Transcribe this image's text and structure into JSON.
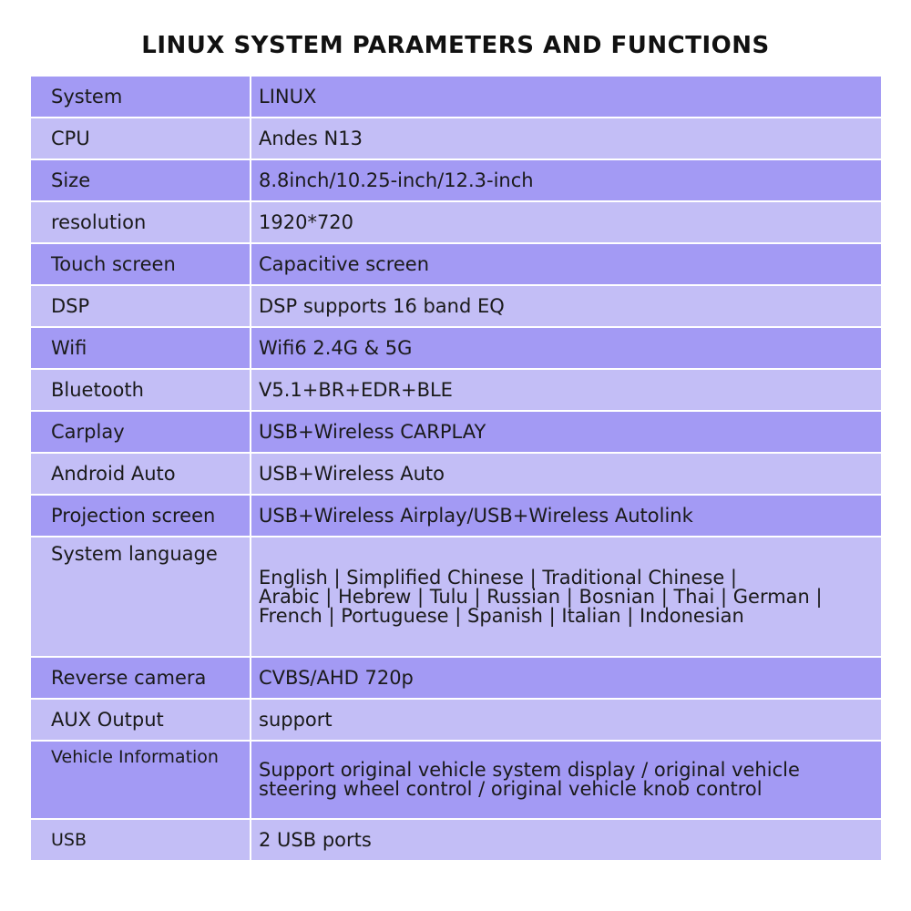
{
  "title": "LINUX SYSTEM PARAMETERS AND FUNCTIONS",
  "rows": [
    {
      "label": "System",
      "value": "LINUX"
    },
    {
      "label": "CPU",
      "value": "Andes N13"
    },
    {
      "label": "Size",
      "value": "8.8inch/10.25-inch/12.3-inch"
    },
    {
      "label": "resolution",
      "value": "1920*720"
    },
    {
      "label": "Touch screen",
      "value": "Capacitive screen"
    },
    {
      "label": "DSP",
      "value": "DSP supports 16 band EQ"
    },
    {
      "label": "Wifi",
      "value": "Wifi6 2.4G & 5G"
    },
    {
      "label": "Bluetooth",
      "value": "V5.1+BR+EDR+BLE"
    },
    {
      "label": "Carplay",
      "value": "USB+Wireless CARPLAY"
    },
    {
      "label": "Android Auto",
      "value": "USB+Wireless Auto"
    },
    {
      "label": "Projection screen",
      "value": "USB+Wireless Airplay/USB+Wireless Autolink"
    },
    {
      "label": "System language",
      "value_lines": [
        "English | Simplified Chinese | Traditional Chinese |",
        "Arabic | Hebrew | Tulu | Russian | Bosnian | Thai | German |",
        "French | Portuguese | Spanish | Italian | Indonesian"
      ]
    },
    {
      "label": "Reverse camera",
      "value": "CVBS/AHD 720p"
    },
    {
      "label": "AUX Output",
      "value": "support"
    },
    {
      "label": "Vehicle Information",
      "value_lines": [
        "Support original vehicle system display / original vehicle",
        "steering wheel control / original vehicle knob control"
      ]
    },
    {
      "label": "USB",
      "value": "2 USB ports"
    }
  ],
  "colors": {
    "row_dark": "#a39af4",
    "row_light": "#c3bef6",
    "text": "#1a1a1a"
  }
}
